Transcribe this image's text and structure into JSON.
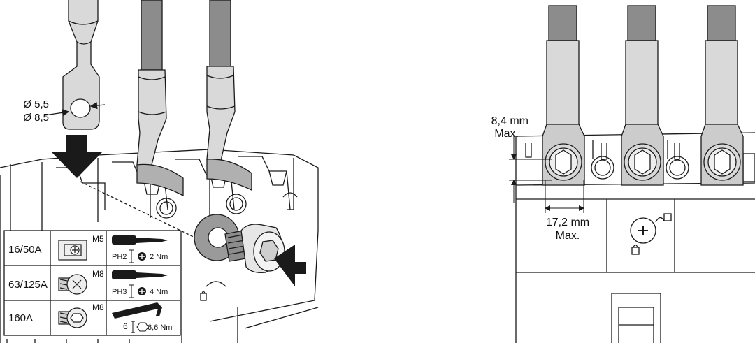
{
  "left_panel": {
    "lug_diameter_small": "Ø 5,5",
    "lug_diameter_large": "Ø 8,5",
    "table": {
      "rows": [
        {
          "rating": "16/50A",
          "screw": "M5",
          "tool": "PH2",
          "torque": "2 Nm",
          "screw_icon": "cage-clamp-screw-icon",
          "tool_icon": "screwdriver-icon",
          "drive_icon": "phillips-drive-icon"
        },
        {
          "rating": "63/125A",
          "screw": "M8",
          "tool": "PH3",
          "torque": "4 Nm",
          "screw_icon": "phillips-screw-icon",
          "tool_icon": "screwdriver-icon",
          "drive_icon": "phillips-drive-icon"
        },
        {
          "rating": "160A",
          "screw": "M8",
          "tool": "6",
          "torque": "6,6 Nm",
          "screw_icon": "hex-socket-screw-icon",
          "tool_icon": "allen-key-icon",
          "drive_icon": "hex-drive-icon"
        }
      ]
    }
  },
  "right_panel": {
    "thickness_value": "8,4 mm",
    "thickness_note": "Max.",
    "width_value": "17,2 mm",
    "width_note": "Max."
  },
  "colors": {
    "line": "#1a1a1a",
    "cable_grey": "#8c8c8c",
    "sleeve_grey": "#d9d9d9",
    "washer_grey": "#9a9a9a"
  }
}
